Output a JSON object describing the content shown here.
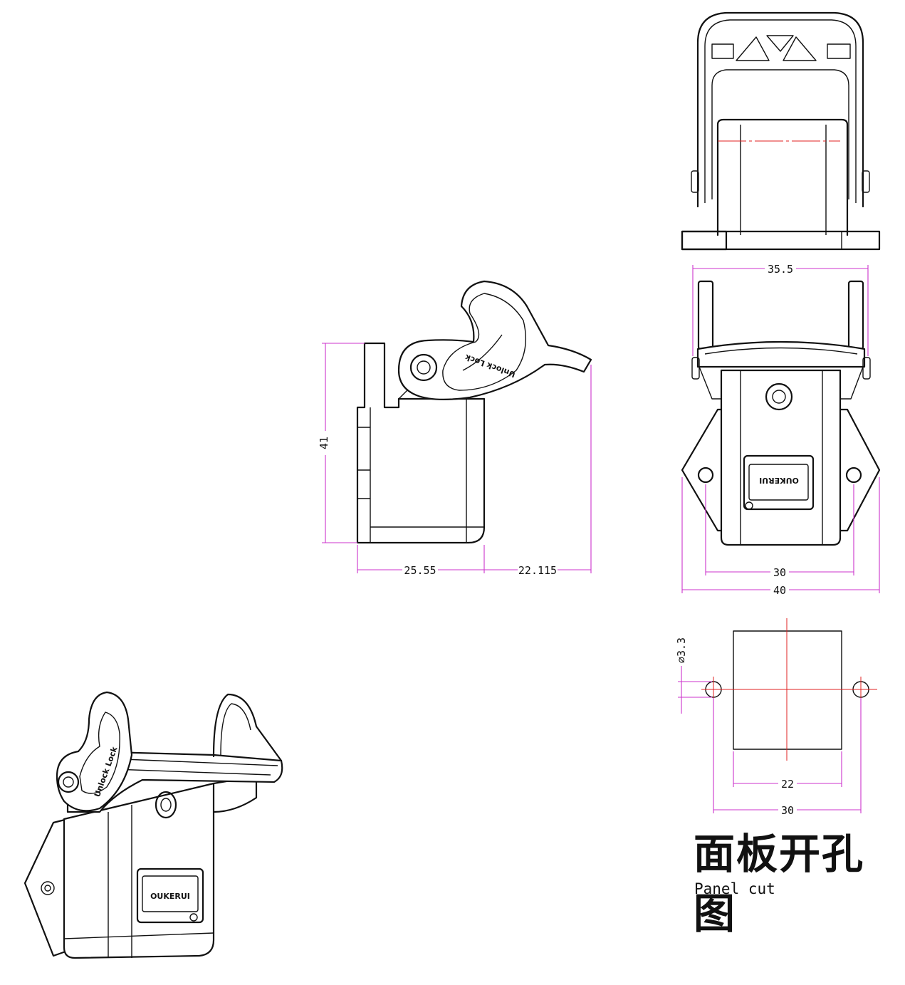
{
  "drawing": {
    "side_view": {
      "height_dim": "41",
      "width_dim_a": "25.55",
      "width_dim_b": "22.115",
      "lever_text": "Unlock  Lock"
    },
    "front_view": {
      "width_dim_top": "35.5",
      "hole_spacing_dim": "30",
      "flange_width_dim": "40",
      "brand_label": "OUKERUI"
    },
    "panel_cut": {
      "hole_dia_dim": "⌀3.3",
      "cut_width_dim": "22",
      "hole_spacing_dim": "30",
      "title_cn": "面板开孔图",
      "title_en": "Panel cut"
    },
    "iso_view": {
      "brand_label": "OUKERUI",
      "lever_text": "Unlock Lock"
    }
  }
}
